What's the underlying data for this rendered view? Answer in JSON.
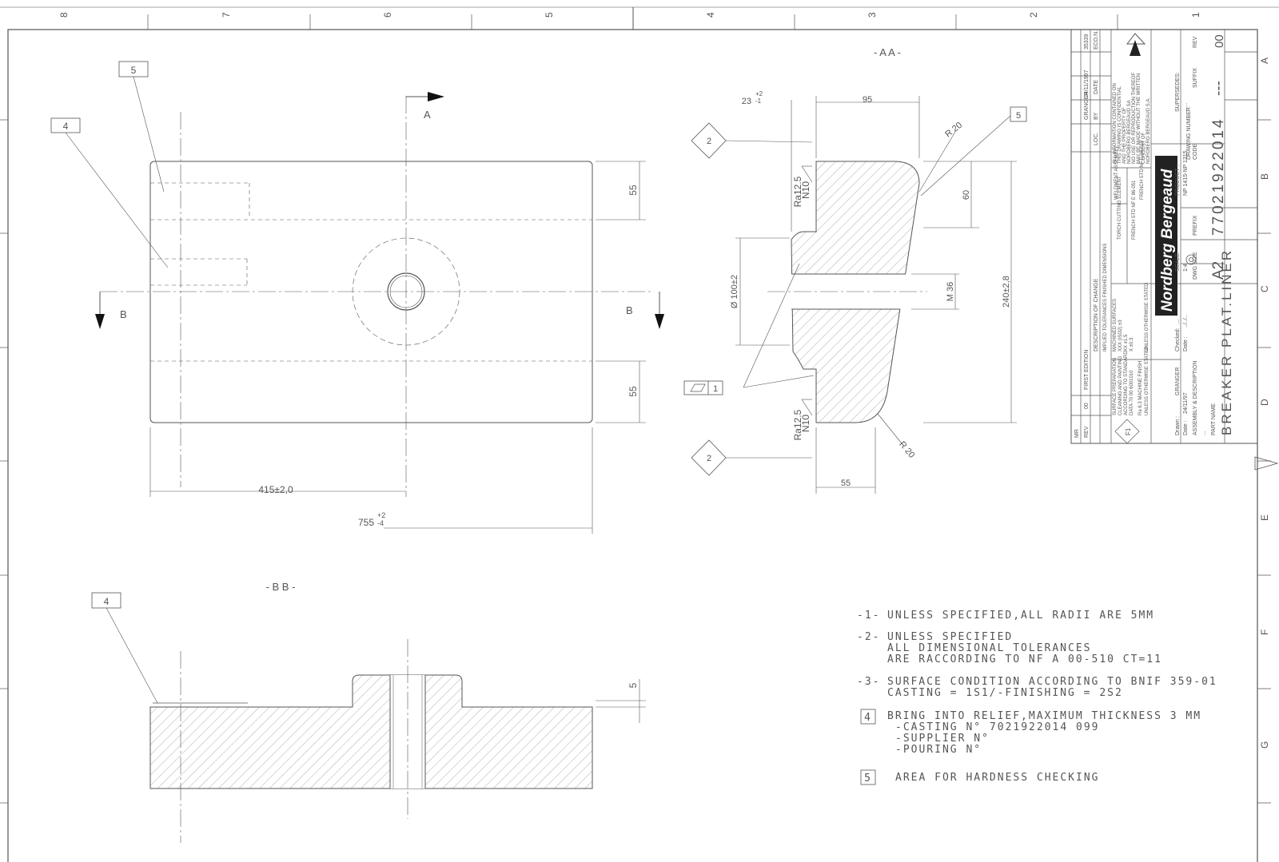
{
  "drawing": {
    "columns": [
      "8",
      "7",
      "6",
      "5",
      "4",
      "3",
      "2",
      "1"
    ],
    "rows": [
      "A",
      "B",
      "C",
      "D",
      "E",
      "F",
      "G"
    ],
    "section_labels": {
      "aa": "- A A -",
      "bb": "- B B -"
    },
    "cut_labels": {
      "a": "A",
      "b_left": "B",
      "b_right": "B"
    },
    "callouts": {
      "c4": "4",
      "c5": "5",
      "c4_bb": "4",
      "c5_aa": "5",
      "flat_tol": "1",
      "dia2_top": "2",
      "dia2_bottom": "2"
    },
    "dims": {
      "d55_top": "55",
      "d55_bot": "55",
      "d415": "415±2,0",
      "d755": "755",
      "d755_tol": "+2\n-4",
      "d23": "23",
      "d23_tol": "+2\n-1",
      "d95": "95",
      "r20_top": "R 20",
      "r20_bot": "R 20",
      "d60": "60",
      "dia100": "Ø 100±2",
      "m36": "M 36",
      "d240": "240±2,8",
      "d55_aa": "55",
      "d5_bb": "5",
      "ra_top": "Ra12.5",
      "n_top": "N10",
      "ra_bot": "Ra12.5",
      "n_bot": "N10"
    }
  },
  "notes": [
    {
      "num": "-1-",
      "lines": [
        "UNLESS SPECIFIED,ALL RADII ARE 5MM"
      ]
    },
    {
      "num": "-2-",
      "lines": [
        "UNLESS SPECIFIED",
        "ALL DIMENSIONAL TOLERANCES",
        "ARE RACCORDING TO NF A 00-510 CT=11"
      ]
    },
    {
      "num": "-3-",
      "lines": [
        "SURFACE CONDITION ACCORDING TO BNIF 359-01",
        "CASTING = 1S1/-FINISHING = 2S2"
      ]
    },
    {
      "num": "4",
      "lines": [
        "BRING INTO RELIEF,MAXIMUM THICKNESS 3 MM",
        "-CASTING N° 7021922014 099",
        "-SUPPLIER N°",
        "-POURING N°"
      ]
    },
    {
      "num": "5",
      "lines": [
        "AREA FOR HARDNESS CHECKING"
      ]
    }
  ],
  "title_block": {
    "revision_row": {
      "rev": "00",
      "description": "FIRST EDITION",
      "by": "GRANGER",
      "date": "24/11/1997",
      "eco": "35339"
    },
    "revision_headers": {
      "mr": "MR",
      "rev": "REV",
      "description": "DESCRIPTION OF CHANGE",
      "loc": "LOC.",
      "by": "BY",
      "date": "DATE",
      "eco": "ECO.N."
    },
    "confidential": [
      "ALL INFORMATION CONTAINED ON",
      "THIS DRAWING IS CONFIDENTIAL",
      "AND THE PROPERTY OF",
      "NORDBERG BERGEAUD SA",
      "NO USE OR REPRODUCTION THEREOF",
      "MAY BE MADE WITHOUT THE WRITTEN",
      "CONSENT OF",
      "NORDBERG BERGEAUD S.A."
    ],
    "tolerance_block": [
      "IMPLIED TOLERANCES FINISHED DIMENSIONS",
      "MACHINED SURFACES",
      "XXX (ISO2) ±3",
      "XX ±1.5",
      "X ±0.3",
      "UNLESS OTHERWISE STATED"
    ],
    "surface_block": [
      "SURFACE PREPARATION",
      "CLEANING AND PAINTING",
      "ACCORDING TO STANDARD",
      "DATA 70 00 6001010",
      "Ra 6.3 MACHINE FINISH",
      "UNLESS OTHERWISE STATED"
    ],
    "standards": [
      "TORCH CUTTING ELEMENT",
      "FRENCH STD NF E 86-051",
      "WELDMENT ASSEMBLY",
      "FRENCH STD NF E 04-012"
    ],
    "brand": "Nordberg Bergeaud",
    "scale_label": "SCALE:",
    "scale": "1:4",
    "drawn_label": "Drawn :",
    "drawn": "GRANGER",
    "drawn_date_label": "Date :",
    "drawn_date": "24/11/97",
    "checked_label": "Checked:",
    "checked": "...",
    "checked_date_label": "Date :",
    "checked_date": "../../..",
    "product_label": "PRODUCT :",
    "product": "NP 1415-NP 1315",
    "supersedes_label": "SUPERSEDES:",
    "supersedes": "......",
    "assembly_label": "ASSEMBLY & DESCRIPTION",
    "assembly": "...",
    "part_name_label": "PART NAME",
    "part_name": "BREAKER PLAT.LINER",
    "dwg_size_label": "DWG SIZE",
    "dwg_size": "A2",
    "prefix_label": "PREFIX",
    "prefix": "770",
    "drawing_number_label": "DRAWING NUMBER",
    "code_label": "CODE",
    "code": "21922014",
    "suffix_label": "SUFFIX",
    "suffix": "---",
    "rev_label": "REV",
    "rev": "00",
    "f1": "F1"
  }
}
